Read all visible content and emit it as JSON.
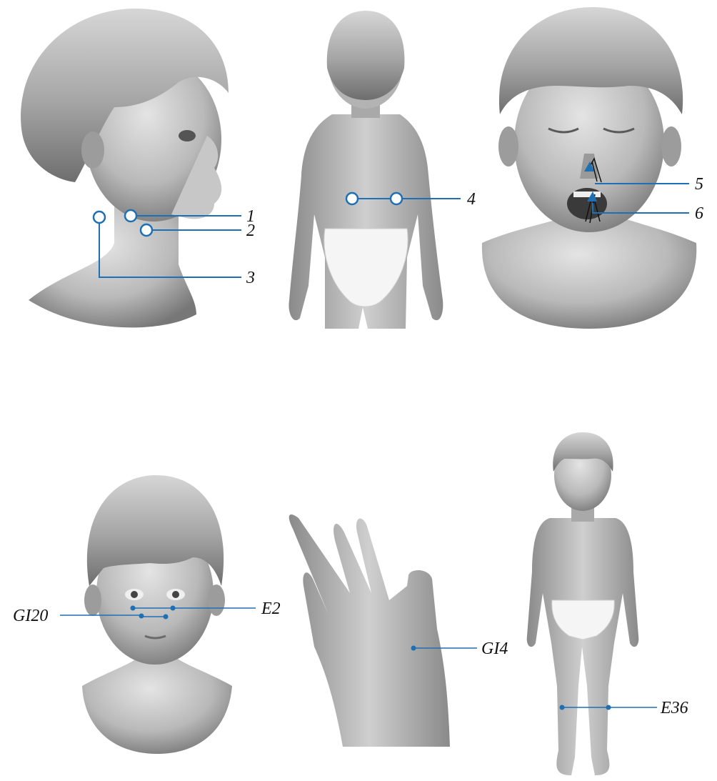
{
  "colors": {
    "accent": "#1f6fb5",
    "skin_light": "#d9d9d9",
    "skin_mid": "#a8a8a8",
    "skin_dark": "#6b6b6b",
    "hair_light": "#cfcfcf",
    "hair_dark": "#7d7d7d",
    "underwear": "#f5f5f5",
    "text": "#111111"
  },
  "labels": {
    "l1": "1",
    "l2": "2",
    "l3": "3",
    "l4": "4",
    "l5": "5",
    "l6": "6",
    "gi20": "GI20",
    "e2": "E2",
    "gi4": "GI4",
    "e36": "E36"
  }
}
